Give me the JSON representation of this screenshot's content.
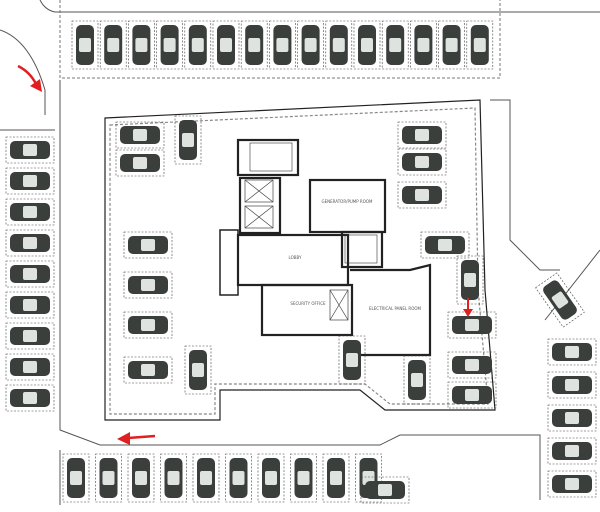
{
  "rooms": {
    "generator": "GENERATOR/PUMP ROOM",
    "lobby": "LOBBY",
    "security": "SECURITY OFFICE",
    "electrical": "ELECTRICAL PANEL ROOM"
  },
  "colors": {
    "wall": "#333333",
    "car_body": "#3a3f3c",
    "car_glass": "#dfe3e0",
    "bay_line": "#444444",
    "arrow": "#e02020"
  }
}
